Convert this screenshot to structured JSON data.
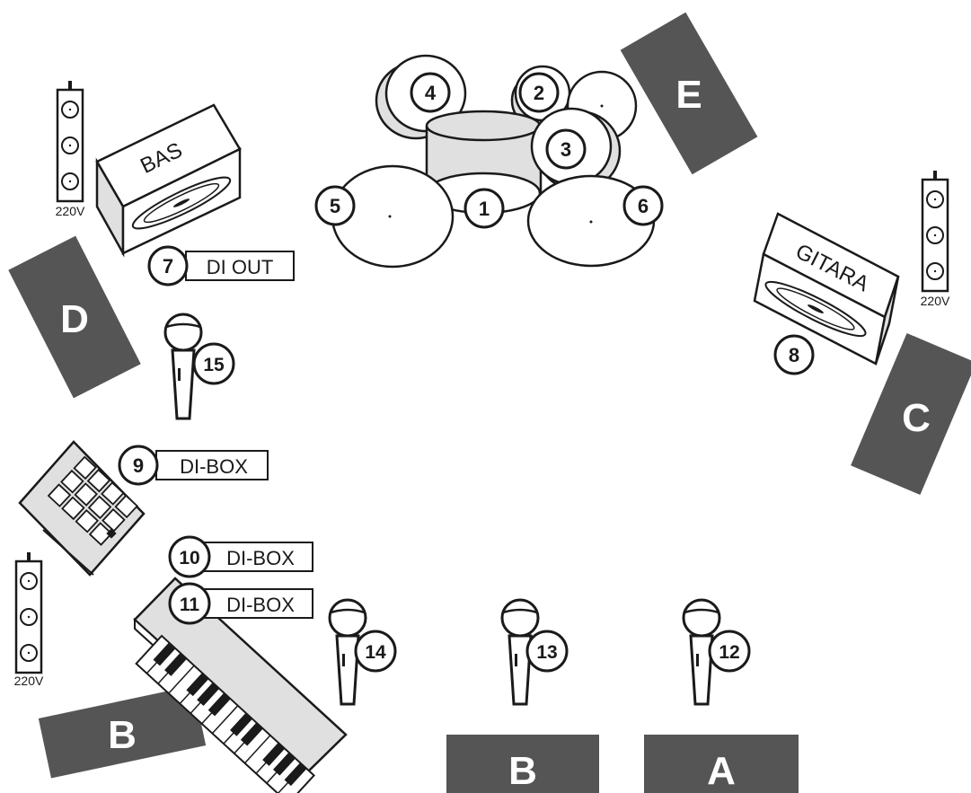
{
  "monitors": {
    "a": "A",
    "b_center": "B",
    "b_left": "B",
    "c": "C",
    "d": "D",
    "e": "E"
  },
  "amps": {
    "bass": "BAS",
    "guitar": "GITARA"
  },
  "power": {
    "left_top": "220V",
    "right": "220V",
    "left_bottom": "220V"
  },
  "channels": {
    "ch1": "1",
    "ch2": "2",
    "ch3": "3",
    "ch4": "4",
    "ch5": "5",
    "ch6": "6",
    "ch7": "7",
    "ch8": "8",
    "ch9": "9",
    "ch10": "10",
    "ch11": "11",
    "ch12": "12",
    "ch13": "13",
    "ch14": "14",
    "ch15": "15"
  },
  "tags": {
    "di_out": "DI OUT",
    "di_box_9": "DI-BOX",
    "di_box_10": "DI-BOX",
    "di_box_11": "DI-BOX"
  },
  "colors": {
    "monitor": "#555555",
    "stroke": "#1a1a1a",
    "drum_fill": "#e0e0e0"
  }
}
